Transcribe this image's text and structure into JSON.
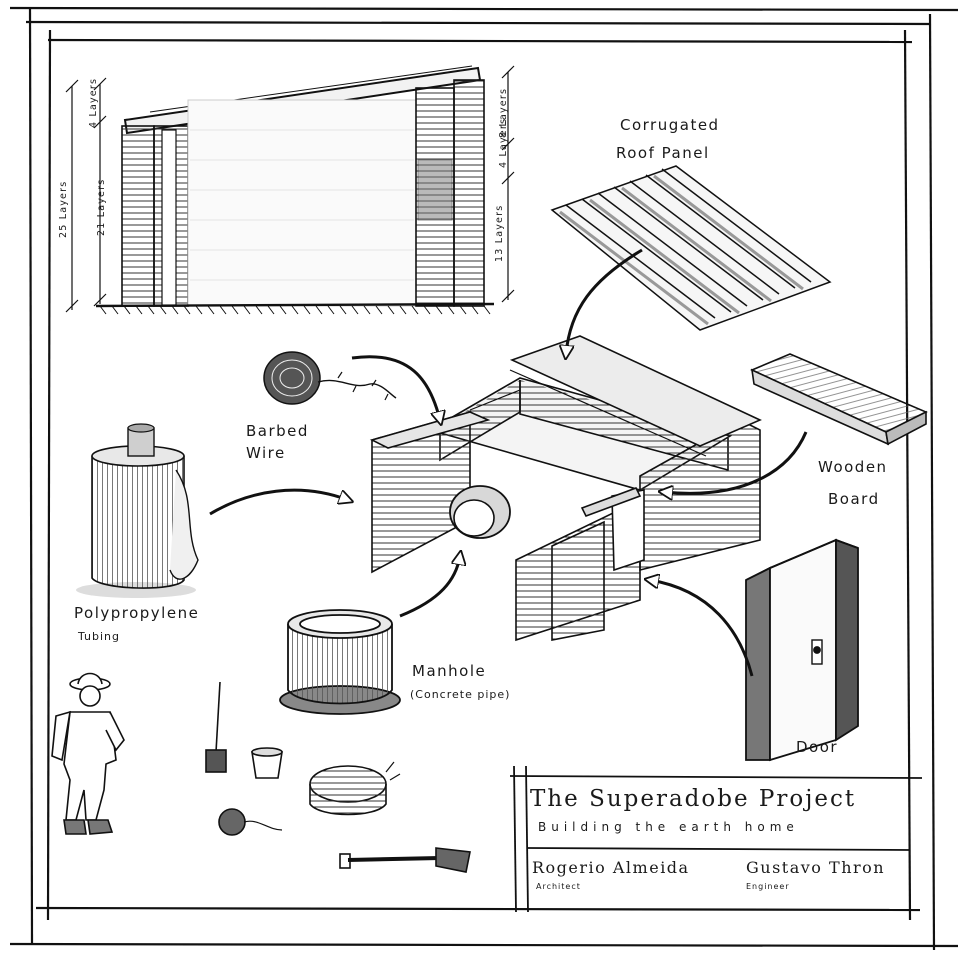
{
  "title_block": {
    "title": "The Superadobe Project",
    "subtitle": "Building the earth home",
    "people": [
      {
        "name": "Rogerio Almeida",
        "role": "Architect"
      },
      {
        "name": "Gustavo Thron",
        "role": "Engineer"
      }
    ]
  },
  "dimensions": {
    "left_total": "25 Layers",
    "left_top": "4 Layers",
    "left_bottom": "21 Layers",
    "right_top": "4 Layers",
    "right_middle": "8 Layers",
    "right_bottom": "13 Layers"
  },
  "labels": {
    "roof": [
      "Corrugated",
      "Roof Panel"
    ],
    "barbed_wire": [
      "Barbed",
      "Wire"
    ],
    "wooden_board": [
      "Wooden",
      "Board"
    ],
    "tubing": [
      "Polypropylene",
      "Tubing"
    ],
    "manhole": [
      "Manhole",
      "(Concrete pipe)"
    ],
    "door": "Door"
  }
}
